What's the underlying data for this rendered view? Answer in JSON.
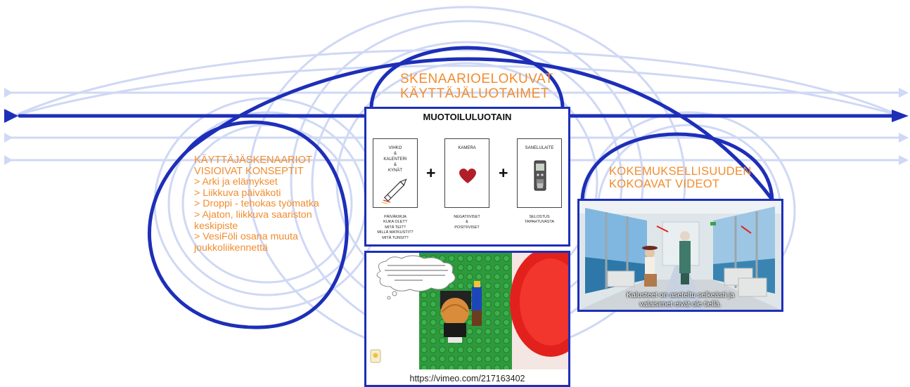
{
  "colors": {
    "main_line": "#1d2fb8",
    "faint_line": "#cfd8f5",
    "label_orange": "#f28c2e"
  },
  "labels": {
    "top": [
      "SKENAARIOELOKUVAT",
      "KÄYTTÄJÄLUOTAIMET"
    ],
    "left_heading": [
      "KÄYTTÄJÄSKENAARIOT",
      "VISIOIVAT KONSEPTIT"
    ],
    "left_items": [
      "> Arki ja elämykset",
      "> Liikkuva päiväkoti",
      "> Droppi - tehokas työmatka",
      "> Ajaton, liikkuva saariston",
      "keskipiste",
      "> VesiFöli osana muuta",
      "joukkoliikennettä"
    ],
    "right": [
      "KOKEMUKSELLISUUDEN",
      "KOKOAVAT VIDEOT"
    ]
  },
  "probe": {
    "title": "MUOTOILULUOTAIN",
    "card1_title": [
      "VIHKO",
      "&",
      "KALENTERI",
      "&",
      "KYNÄT"
    ],
    "card2_title": [
      "KAMERA"
    ],
    "card3_title": [
      "SANELULAITE"
    ],
    "plus": "+",
    "captions": [
      [
        "PÄIVÄKIRJA",
        "KUKA OLET?",
        "MITÄ TEIT?",
        "MILLÄ MATKUSTIT?",
        "MITÄ TUNSIT?"
      ],
      [
        "NEGATIIVISET",
        "&",
        "POSITIIVISET"
      ],
      [
        "SELOSTUS",
        "TAPAHTUVASTA"
      ]
    ],
    "card1_icon": "pen-icon",
    "card2_icon": "heart-icon",
    "card3_icon": "voice-recorder-icon"
  },
  "video": {
    "url": "https://vimeo.com/217163402"
  },
  "experience": {
    "subtitle": [
      "Kalusteet on aseteltu selkeästi ja",
      "valaisimet eivät ole tiellä."
    ]
  }
}
